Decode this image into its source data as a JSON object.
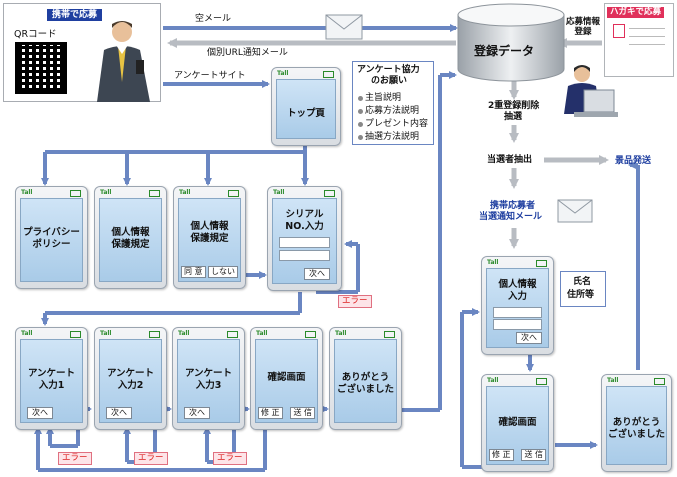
{
  "entry": {
    "badge": "携帯で応募",
    "qr_label": "QRコード"
  },
  "arrows": {
    "empty_mail": "空メール",
    "url_notice": "個別URL通知メール",
    "survey_site": "アンケートサイト"
  },
  "database": {
    "label": "登録データ"
  },
  "postcard": {
    "badge": "ハガキで応募",
    "register_label": "応募情報登録"
  },
  "flow": {
    "dedupe": "2重登録削除",
    "lottery": "抽選",
    "winner_pick": "当選者抽出",
    "prize_send": "景品発送",
    "mobile_winner": "携帯応募者",
    "winner_mail": "当選通知メール"
  },
  "note": {
    "title1": "アンケート協力",
    "title2": "のお願い",
    "items": [
      "主旨説明",
      "応募方法説明",
      "プレゼント内容",
      "抽選方法説明"
    ]
  },
  "phones": {
    "top": "トップ頁",
    "privacy": [
      "プライバシー",
      "ポリシー"
    ],
    "personal1": [
      "個人情報",
      "保護規定"
    ],
    "personal2": [
      "個人情報",
      "保護規定"
    ],
    "agree": "同 意",
    "disagree": "しない",
    "serial": [
      "シリアル",
      "NO.入力"
    ],
    "next": "次へ",
    "q1": [
      "アンケート",
      "入力1"
    ],
    "q2": [
      "アンケート",
      "入力2"
    ],
    "q3": [
      "アンケート",
      "入力3"
    ],
    "confirm": "確認画面",
    "fix": "修 正",
    "send": "送 信",
    "thanks": [
      "ありがとう",
      "ございました"
    ],
    "winner_input": [
      "個人情報",
      "入力"
    ],
    "winner_confirm": "確認画面",
    "winner_thanks": [
      "ありがとう",
      "ございました"
    ]
  },
  "side_note": [
    "氏名",
    "住所等"
  ],
  "error": "エラー",
  "colors": {
    "arrow": "#6a86c2",
    "gray_arrow": "#b8bcc2",
    "error_text": "#dd2222",
    "badge_blue": "#1f3fa0",
    "badge_red": "#e0305a"
  }
}
